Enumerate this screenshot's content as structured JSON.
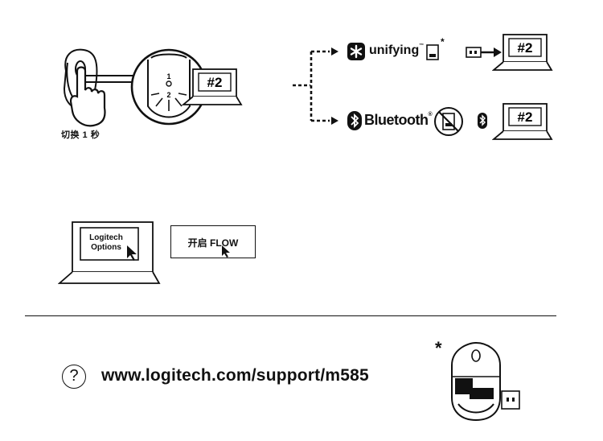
{
  "step1": {
    "switch_label": "切换 1 秒",
    "channel_top": "1",
    "channel_bottom": "2",
    "screen_label": "#2"
  },
  "step2": {
    "unifying_label": "unifying",
    "unifying_tm": "™",
    "unifying_star": "*",
    "bluetooth_label": "Bluetooth",
    "bluetooth_reg": "®",
    "screen_label_a": "#2",
    "screen_label_b": "#2"
  },
  "step3": {
    "software_line1": "Logitech",
    "software_line2": "Options",
    "flow_label": "开启 FLOW"
  },
  "footer": {
    "help_symbol": "?",
    "support_url": "www.logitech.com/support/m585",
    "receiver_star": "*"
  }
}
